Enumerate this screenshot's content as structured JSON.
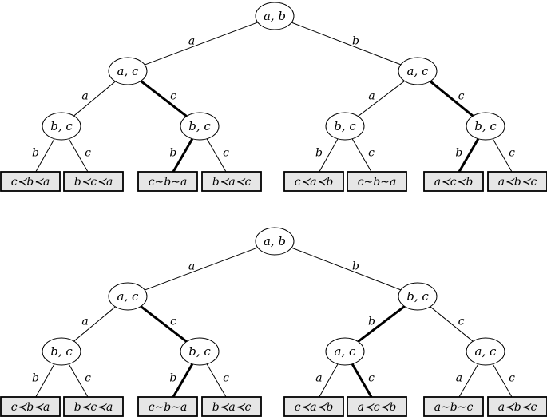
{
  "colors": {
    "leaf_fill": "#e6e6e6",
    "stroke": "#000000",
    "background": "#ffffff"
  },
  "trees": [
    {
      "nodes": [
        {
          "id": "t1-root",
          "label": "a, b"
        },
        {
          "id": "t1-l",
          "label": "a, c"
        },
        {
          "id": "t1-r",
          "label": "a, c"
        },
        {
          "id": "t1-ll",
          "label": "b, c"
        },
        {
          "id": "t1-lr",
          "label": "b, c"
        },
        {
          "id": "t1-rl",
          "label": "b, c"
        },
        {
          "id": "t1-rr",
          "label": "b, c"
        }
      ],
      "edges": [
        {
          "from": "t1-root",
          "to": "t1-l",
          "label": "a",
          "bold": false
        },
        {
          "from": "t1-root",
          "to": "t1-r",
          "label": "b",
          "bold": false
        },
        {
          "from": "t1-l",
          "to": "t1-ll",
          "label": "a",
          "bold": false
        },
        {
          "from": "t1-l",
          "to": "t1-lr",
          "label": "c",
          "bold": true
        },
        {
          "from": "t1-r",
          "to": "t1-rl",
          "label": "a",
          "bold": false
        },
        {
          "from": "t1-r",
          "to": "t1-rr",
          "label": "c",
          "bold": true
        },
        {
          "from": "t1-ll",
          "to": "t1-leaf0",
          "label": "b",
          "bold": false
        },
        {
          "from": "t1-ll",
          "to": "t1-leaf1",
          "label": "c",
          "bold": false
        },
        {
          "from": "t1-lr",
          "to": "t1-leaf2",
          "label": "b",
          "bold": true
        },
        {
          "from": "t1-lr",
          "to": "t1-leaf3",
          "label": "c",
          "bold": false
        },
        {
          "from": "t1-rl",
          "to": "t1-leaf4",
          "label": "b",
          "bold": false
        },
        {
          "from": "t1-rl",
          "to": "t1-leaf5",
          "label": "c",
          "bold": false
        },
        {
          "from": "t1-rr",
          "to": "t1-leaf6",
          "label": "b",
          "bold": true
        },
        {
          "from": "t1-rr",
          "to": "t1-leaf7",
          "label": "c",
          "bold": false
        }
      ],
      "leaves": [
        {
          "id": "t1-leaf0",
          "label": "c≺b≺a"
        },
        {
          "id": "t1-leaf1",
          "label": "b≺c≺a"
        },
        {
          "id": "t1-leaf2",
          "label": "c∼b∼a"
        },
        {
          "id": "t1-leaf3",
          "label": "b≺a≺c"
        },
        {
          "id": "t1-leaf4",
          "label": "c≺a≺b"
        },
        {
          "id": "t1-leaf5",
          "label": "c∼b∼a"
        },
        {
          "id": "t1-leaf6",
          "label": "a≺c≺b"
        },
        {
          "id": "t1-leaf7",
          "label": "a≺b≺c"
        }
      ]
    },
    {
      "nodes": [
        {
          "id": "t2-root",
          "label": "a, b"
        },
        {
          "id": "t2-l",
          "label": "a, c"
        },
        {
          "id": "t2-r",
          "label": "b, c"
        },
        {
          "id": "t2-ll",
          "label": "b, c"
        },
        {
          "id": "t2-lr",
          "label": "b, c"
        },
        {
          "id": "t2-rl",
          "label": "a, c"
        },
        {
          "id": "t2-rr",
          "label": "a, c"
        }
      ],
      "edges": [
        {
          "from": "t2-root",
          "to": "t2-l",
          "label": "a",
          "bold": false
        },
        {
          "from": "t2-root",
          "to": "t2-r",
          "label": "b",
          "bold": false
        },
        {
          "from": "t2-l",
          "to": "t2-ll",
          "label": "a",
          "bold": false
        },
        {
          "from": "t2-l",
          "to": "t2-lr",
          "label": "c",
          "bold": true
        },
        {
          "from": "t2-r",
          "to": "t2-rl",
          "label": "b",
          "bold": true
        },
        {
          "from": "t2-r",
          "to": "t2-rr",
          "label": "c",
          "bold": false
        },
        {
          "from": "t2-ll",
          "to": "t2-leaf0",
          "label": "b",
          "bold": false
        },
        {
          "from": "t2-ll",
          "to": "t2-leaf1",
          "label": "c",
          "bold": false
        },
        {
          "from": "t2-lr",
          "to": "t2-leaf2",
          "label": "b",
          "bold": true
        },
        {
          "from": "t2-lr",
          "to": "t2-leaf3",
          "label": "c",
          "bold": false
        },
        {
          "from": "t2-rl",
          "to": "t2-leaf4",
          "label": "a",
          "bold": false
        },
        {
          "from": "t2-rl",
          "to": "t2-leaf5",
          "label": "c",
          "bold": true
        },
        {
          "from": "t2-rr",
          "to": "t2-leaf6",
          "label": "a",
          "bold": false
        },
        {
          "from": "t2-rr",
          "to": "t2-leaf7",
          "label": "c",
          "bold": false
        }
      ],
      "leaves": [
        {
          "id": "t2-leaf0",
          "label": "c≺b≺a"
        },
        {
          "id": "t2-leaf1",
          "label": "b≺c≺a"
        },
        {
          "id": "t2-leaf2",
          "label": "c∼b∼a"
        },
        {
          "id": "t2-leaf3",
          "label": "b≺a≺c"
        },
        {
          "id": "t2-leaf4",
          "label": "c≺a≺b"
        },
        {
          "id": "t2-leaf5",
          "label": "a≺c≺b"
        },
        {
          "id": "t2-leaf6",
          "label": "a∼b∼c"
        },
        {
          "id": "t2-leaf7",
          "label": "a≺b≺c"
        }
      ]
    }
  ]
}
